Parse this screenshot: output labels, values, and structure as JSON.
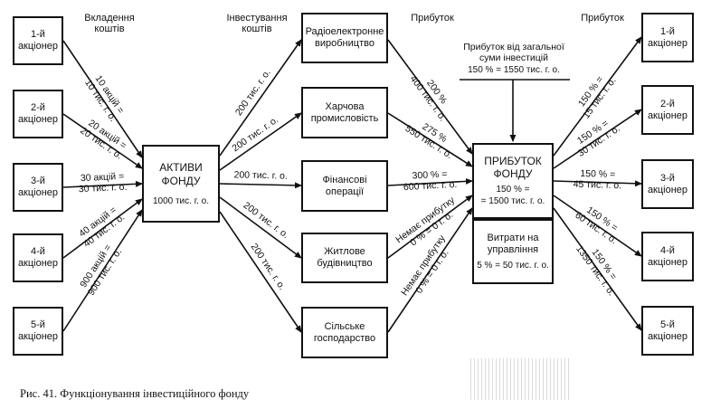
{
  "headers": {
    "contributions": "Вкладення коштів",
    "investing": "Інвестування коштів",
    "profit_mid": "Прибуток",
    "profit_right": "Прибуток"
  },
  "shareholders_left": [
    "1-й акціонер",
    "2-й акціонер",
    "3-й акціонер",
    "4-й акціонер",
    "5-й акціонер"
  ],
  "shareholders_right": [
    "1-й акціонер",
    "2-й акціонер",
    "3-й акціонер",
    "4-й акціонер",
    "5-й акціонер"
  ],
  "fund_assets": {
    "title": "АКТИВИ ФОНДУ",
    "value": "1000 тис. г. о."
  },
  "sectors": [
    "Радіоелектронне виробництво",
    "Харчова промисловість",
    "Фінансові операції",
    "Житлове будівництво",
    "Сільське господарство"
  ],
  "fund_profit": {
    "title": "ПРИБУТОК ФОНДУ",
    "line1": "150 % =",
    "line2": "= 1500 тис. г. о."
  },
  "management_costs": {
    "title": "Витрати на управління",
    "value": "5 % = 50 тис. г. о."
  },
  "total_profit_note": {
    "line1": "Прибуток від загальної",
    "line2": "суми інвестицій",
    "line3": "150 % = 1550 тис. г. о."
  },
  "contributions": [
    {
      "line1": "10 акцій =",
      "line2": "10 тис. г. о."
    },
    {
      "line1": "20 акцій =",
      "line2": "20 тис. г. о."
    },
    {
      "line1": "30 акцій =",
      "line2": "30 тис. г. о."
    },
    {
      "line1": "40 акцій =",
      "line2": "40 тис. г. о."
    },
    {
      "line1": "900 акцій =",
      "line2": "900 тис. г. о."
    }
  ],
  "investments": [
    "200 тис. г. о.",
    "200 тис. г. о.",
    "200 тис. г. о.",
    "200 тис. г. о.",
    "200 тис. г. о."
  ],
  "sector_profits": [
    {
      "line1": "200 %",
      "line2": "400 тис. г. о."
    },
    {
      "line1": "275 %",
      "line2": "550 тис. г. о."
    },
    {
      "line1": "300 % =",
      "line2": "600 тис. г. о."
    },
    {
      "line1": "Немає прибутку",
      "line2": "0 % = 0 г. о."
    },
    {
      "line1": "Немає прибутку",
      "line2": "0 % = 0 г. о."
    }
  ],
  "payouts": [
    {
      "line1": "150 % =",
      "line2": "15 тис. г. о."
    },
    {
      "line1": "150 % =",
      "line2": "30 тис. г. о."
    },
    {
      "line1": "150 % =",
      "line2": "45 тис. г. о."
    },
    {
      "line1": "150 % =",
      "line2": "60 тис. г. о."
    },
    {
      "line1": "150 % =",
      "line2": "1350 тис. г. о."
    }
  ],
  "caption": "Рис. 41. Функціонування інвестиційного фонду"
}
